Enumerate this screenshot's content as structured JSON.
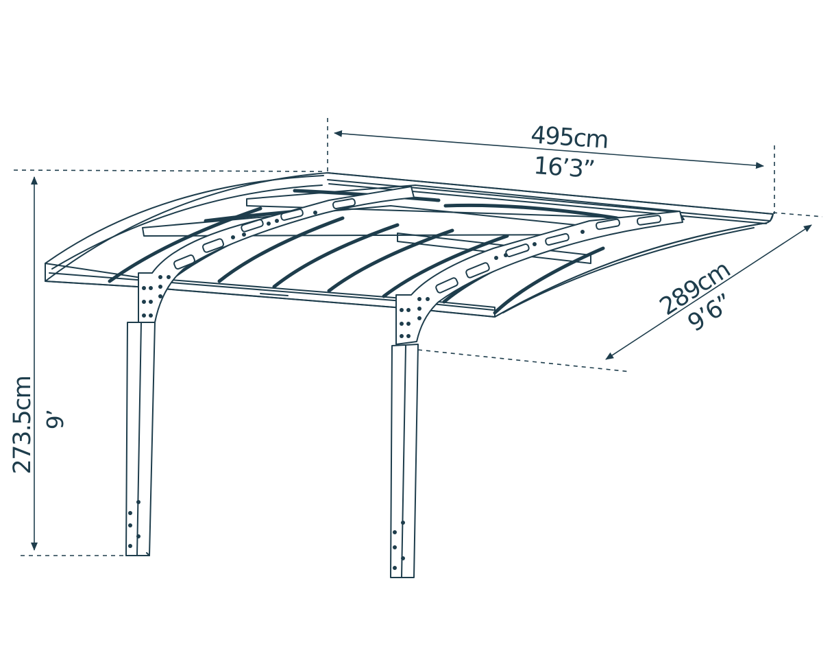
{
  "colors": {
    "ink": "#1e3d4c",
    "panel_fill": "#ffffff",
    "background": "#ffffff"
  },
  "dimensions": {
    "width": {
      "metric": "495cm",
      "imperial": "16’3”"
    },
    "depth": {
      "metric": "289cm",
      "imperial": "9’6”"
    },
    "height": {
      "metric": "273.5cm",
      "imperial": "9’"
    }
  },
  "icons": {
    "arrow": "arrowhead-icon"
  }
}
